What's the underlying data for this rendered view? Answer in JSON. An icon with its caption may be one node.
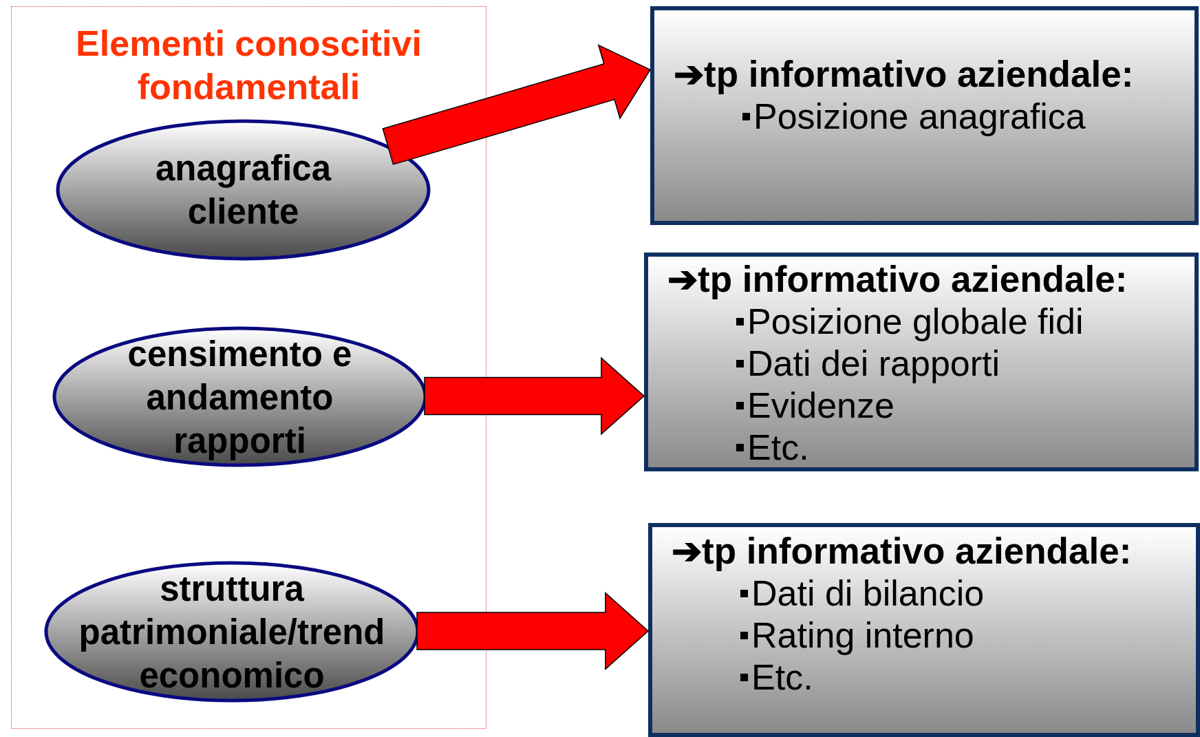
{
  "diagram": {
    "nodes": [
      {
        "text": [
          "Elementi conoscitivi fondamentali"
        ]
      },
      {
        "text": [
          "anagrafica cliente"
        ],
        "in": 0
      },
      {
        "text": [
          "censimento e andamento rapporti"
        ],
        "in": 0
      },
      {
        "text": [
          "struttura patrimoniale/trend economico"
        ],
        "in": 0
      },
      {
        "text": [
          "➔tp informativo aziendale:",
          "Posizione anagrafica"
        ]
      },
      {
        "text": [
          "➔tp informativo aziendale:",
          "Posizione globale fidi",
          "Dati dei rapporti",
          "Evidenze",
          "Etc."
        ]
      },
      {
        "text": [
          "➔tp informativo aziendale:",
          "Dati di bilancio",
          "Rating interno",
          "Etc."
        ]
      }
    ],
    "edges": [
      {
        "from": 1,
        "to": 4,
        "arrow": "to",
        "style": "thick"
      },
      {
        "from": 2,
        "to": 5,
        "arrow": "to",
        "style": "thick"
      },
      {
        "from": 3,
        "to": 6,
        "arrow": "to",
        "style": "thick"
      }
    ]
  }
}
